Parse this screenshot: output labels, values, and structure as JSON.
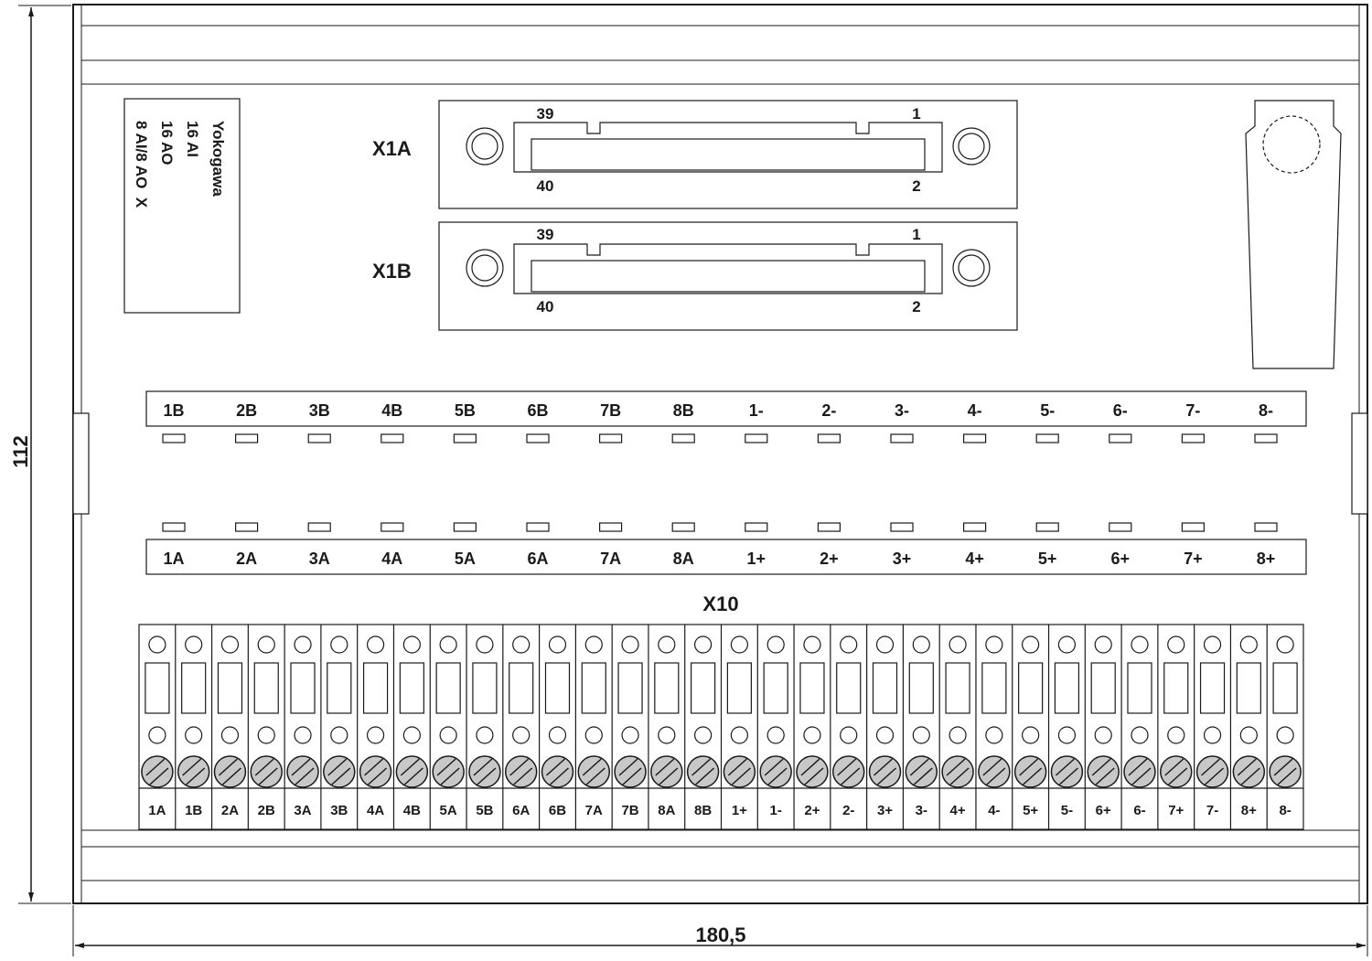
{
  "dimensions": {
    "height": "112",
    "width": "180,5"
  },
  "label_card": {
    "lines": [
      "Yokogawa",
      "16 AI",
      "16 AO",
      "8 AI/8 AO  X"
    ]
  },
  "connectors": [
    {
      "name": "X1A",
      "pin_top_left": "39",
      "pin_top_right": "1",
      "pin_bottom_left": "40",
      "pin_bottom_right": "2"
    },
    {
      "name": "X1B",
      "pin_top_left": "39",
      "pin_top_right": "1",
      "pin_bottom_left": "40",
      "pin_bottom_right": "2"
    }
  ],
  "led_rows": {
    "top_labels": [
      "1B",
      "2B",
      "3B",
      "4B",
      "5B",
      "6B",
      "7B",
      "8B",
      "1-",
      "2-",
      "3-",
      "4-",
      "5-",
      "6-",
      "7-",
      "8-"
    ],
    "bottom_labels": [
      "1A",
      "2A",
      "3A",
      "4A",
      "5A",
      "6A",
      "7A",
      "8A",
      "1+",
      "2+",
      "3+",
      "4+",
      "5+",
      "6+",
      "7+",
      "8+"
    ]
  },
  "terminal_block": {
    "name": "X10",
    "labels": [
      "1A",
      "1B",
      "2A",
      "2B",
      "3A",
      "3B",
      "4A",
      "4B",
      "5A",
      "5B",
      "6A",
      "6B",
      "7A",
      "7B",
      "8A",
      "8B",
      "1+",
      "1-",
      "2+",
      "2-",
      "3+",
      "3-",
      "4+",
      "4-",
      "5+",
      "5-",
      "6+",
      "6-",
      "7+",
      "7-",
      "8+",
      "8-"
    ]
  }
}
